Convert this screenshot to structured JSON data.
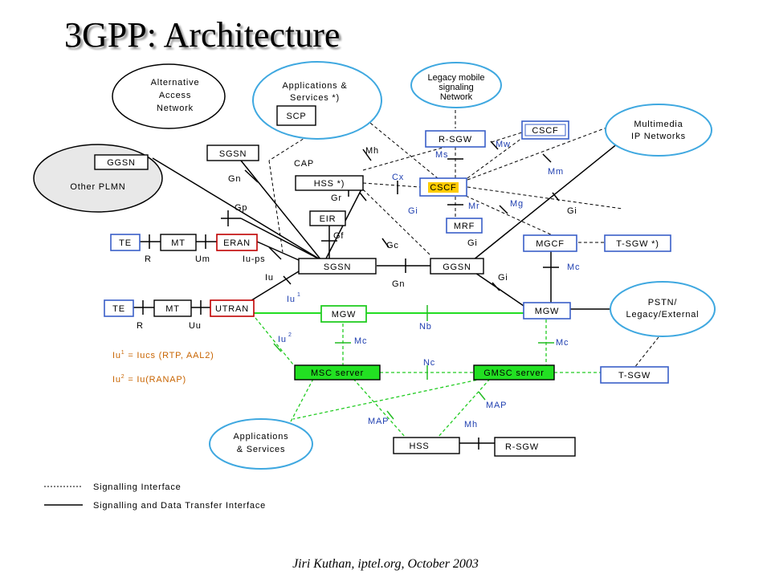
{
  "title": "3GPP: Architecture",
  "footer": "Jiri Kuthan, iptel.org, October 2003",
  "clouds": {
    "alt_access": [
      "Alternative",
      "Access",
      "Network"
    ],
    "apps_services_top": [
      "Applications &",
      "Services *)"
    ],
    "legacy_mobile": [
      "Legacy mobile",
      "signaling",
      "Network"
    ],
    "multimedia_ip": [
      "Multimedia",
      "IP Networks"
    ],
    "other_plmn": "Other PLMN",
    "pstn": [
      "PSTN/",
      "Legacy/External"
    ],
    "apps_services_bottom": [
      "Applications",
      "& Services"
    ]
  },
  "nodes": {
    "scp": "SCP",
    "ggsn_plmn": "GGSN",
    "sgsn_top": "SGSN",
    "hss_top": "HSS *)",
    "eir": "EIR",
    "rsgw_top": "R-SGW",
    "cscf_right": "CSCF",
    "cscf_center": "CSCF",
    "mrf": "MRF",
    "te1": "TE",
    "mt1": "MT",
    "eran": "ERAN",
    "sgsn_main": "SGSN",
    "ggsn_main": "GGSN",
    "mgcf": "MGCF",
    "tsgw_top": "T-SGW *)",
    "te2": "TE",
    "mt2": "MT",
    "utran": "UTRAN",
    "mgw_left": "MGW",
    "mgw_right": "MGW",
    "msc_server": "MSC server",
    "gmsc_server": "GMSC server",
    "tsgw_bottom": "T-SGW",
    "hss_bottom": "HSS",
    "rsgw_bottom": "R-SGW"
  },
  "interfaces": {
    "cap": "CAP",
    "gn_top": "Gn",
    "gp": "Gp",
    "mh_top": "Mh",
    "ms": "Ms",
    "mw": "Mw",
    "mm": "Mm",
    "cx": "Cx",
    "gr": "Gr",
    "gi_left": "Gi",
    "mr": "Mr",
    "mg": "Mg",
    "gi_right": "Gi",
    "gf": "Gf",
    "gc": "Gc",
    "gi_mrf": "Gi",
    "r1": "R",
    "um": "Um",
    "iu_ps": "Iu-ps",
    "iu": "Iu",
    "gn_mid": "Gn",
    "gi_low": "Gi",
    "mc_mgcf": "Mc",
    "iu1": "Iu",
    "iu1_sup": "1",
    "r2": "R",
    "uu": "Uu",
    "nb": "Nb",
    "iu2": "Iu",
    "iu2_sup": "2",
    "mc_left": "Mc",
    "mc_right": "Mc",
    "nc": "Nc",
    "map_right": "MAP",
    "map_left": "MAP",
    "mh_bottom": "Mh"
  },
  "notes": {
    "iu1_prefix": "Iu",
    "iu1_sup": "1",
    "iu1_text": " = Iucs (RTP, AAL2)",
    "iu2_prefix": "Iu",
    "iu2_sup": "2",
    "iu2_text": " = Iu(RANAP)"
  },
  "legend": {
    "signalling": "Signalling Interface",
    "signalling_data": "Signalling and Data Transfer Interface"
  },
  "colors": {
    "green": "#22e022",
    "blue": "#3a5fc8",
    "red": "#c00000",
    "cyan": "#3fa8e0",
    "orange": "#ffcc00"
  }
}
